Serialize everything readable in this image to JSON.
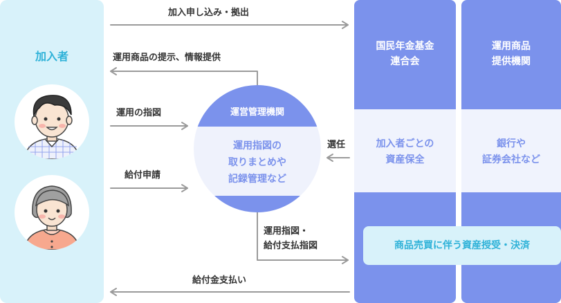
{
  "member": {
    "title": "加入者"
  },
  "federation": {
    "title": "国民年金基金\n連合会",
    "role": "加入者ごとの\n資産保全"
  },
  "provider": {
    "title": "運用商品\n提供機関",
    "role": "銀行や\n証券会社など"
  },
  "manager": {
    "title": "運営管理機関",
    "role": "運用指図の\n取りまとめや\n記録管理など"
  },
  "settlement": {
    "label": "商品売買に伴う資産授受・決済"
  },
  "flows": {
    "enroll": "加入申し込み・拠出",
    "product_info": "運用商品の提示、情報提供",
    "investment_instruction": "運用の指図",
    "benefit_claim": "給付申請",
    "appointment": "選任",
    "instruction_forward_1": "運用指図・",
    "instruction_forward_2": "給付支払指図",
    "benefit_payment": "給付金支払い"
  },
  "colors": {
    "member_bg": "#d8f2fa",
    "accent_blue": "#7b92ec",
    "member_text": "#2fb2d8",
    "arrow": "#9a9a9a"
  }
}
